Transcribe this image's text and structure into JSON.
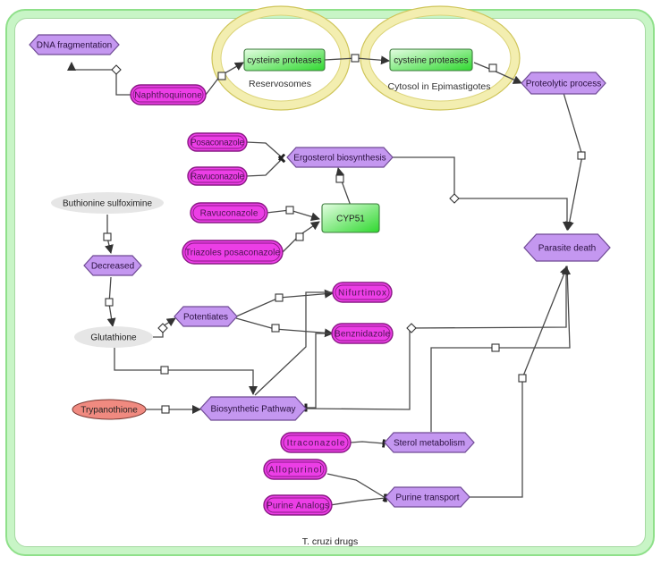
{
  "diagram": {
    "title": "T. cruzi drugs",
    "colors": {
      "process_fill": "#c497f0",
      "process_stroke": "#6f4a94",
      "drug_fill": "#ec3ee6",
      "drug_stroke": "#8a1a85",
      "protein_fill_light": "#d9fbd6",
      "protein_fill_dark": "#33dd33",
      "protein_stroke": "#3a7a3a",
      "compartment_stroke": "#d9d27a",
      "compartment_fill": "#f6f3c0",
      "metabolite_gray": "#e6e6e6",
      "metabolite_red": "#f08a80",
      "edge": "#444444",
      "frame": "#8fe08a"
    },
    "compartments": [
      {
        "id": "reservosomes",
        "label": "Reservosomes"
      },
      {
        "id": "cytosol",
        "label": "Cytosol in Epimastigotes"
      }
    ],
    "nodes": [
      {
        "id": "dna",
        "type": "process",
        "label": "DNA fragmentation"
      },
      {
        "id": "naph",
        "type": "drug",
        "label": "Naphthoquinone"
      },
      {
        "id": "cp1",
        "type": "protein",
        "label": "cysteine proteases"
      },
      {
        "id": "cp2",
        "type": "protein",
        "label": "cysteine proteases"
      },
      {
        "id": "proteo",
        "type": "process",
        "label": "Proteolytic process"
      },
      {
        "id": "posa",
        "type": "drug",
        "label": "Posaconazole"
      },
      {
        "id": "ravu1",
        "type": "drug",
        "label": "Ravuconazole"
      },
      {
        "id": "ergo",
        "type": "process",
        "label": "Ergosterol biosynthesis"
      },
      {
        "id": "bso",
        "type": "metabolite-gray",
        "label": "Buthionine sulfoximine"
      },
      {
        "id": "ravu2",
        "type": "drug",
        "label": "Ravuconazole"
      },
      {
        "id": "cyp51",
        "type": "protein",
        "label": "CYP51"
      },
      {
        "id": "triaz",
        "type": "drug",
        "label": "Triazoles posaconazole"
      },
      {
        "id": "parasite",
        "type": "process",
        "label": "Parasite death"
      },
      {
        "id": "decreased",
        "type": "process",
        "label": "Decreased"
      },
      {
        "id": "nifur",
        "type": "drug",
        "label": "Nifurtimox"
      },
      {
        "id": "potent",
        "type": "process",
        "label": "Potentiates"
      },
      {
        "id": "glut",
        "type": "metabolite-gray",
        "label": "Glutathione"
      },
      {
        "id": "benz",
        "type": "drug",
        "label": "Benznidazole"
      },
      {
        "id": "trypa",
        "type": "metabolite-red",
        "label": "Trypanothione"
      },
      {
        "id": "biosyn",
        "type": "process",
        "label": "Biosynthetic Pathway"
      },
      {
        "id": "itra",
        "type": "drug",
        "label": "Itraconazole"
      },
      {
        "id": "sterol",
        "type": "process",
        "label": "Sterol metabolism"
      },
      {
        "id": "allo",
        "type": "drug",
        "label": "Allopurinol"
      },
      {
        "id": "purtr",
        "type": "process",
        "label": "Purine transport"
      },
      {
        "id": "purana",
        "type": "drug",
        "label": "Purine Analogs"
      }
    ],
    "edges": [
      {
        "from": "naph",
        "to": "dna",
        "kind": "modulation"
      },
      {
        "from": "naph",
        "to": "cp1",
        "kind": "conversion"
      },
      {
        "from": "cp1",
        "to": "cp2",
        "kind": "conversion"
      },
      {
        "from": "cp2",
        "to": "proteo",
        "kind": "conversion"
      },
      {
        "from": "proteo",
        "to": "parasite",
        "kind": "conversion"
      },
      {
        "from": "posa",
        "to": "ergo",
        "kind": "inhibition"
      },
      {
        "from": "ravu1",
        "to": "ergo",
        "kind": "inhibition"
      },
      {
        "from": "cyp51",
        "to": "ergo",
        "kind": "conversion"
      },
      {
        "from": "ravu2",
        "to": "cyp51",
        "kind": "conversion"
      },
      {
        "from": "triaz",
        "to": "cyp51",
        "kind": "conversion"
      },
      {
        "from": "ergo",
        "to": "parasite",
        "kind": "modulation"
      },
      {
        "from": "bso",
        "to": "decreased",
        "kind": "conversion"
      },
      {
        "from": "decreased",
        "to": "glut",
        "kind": "conversion"
      },
      {
        "from": "glut",
        "to": "potent",
        "kind": "modulation"
      },
      {
        "from": "potent",
        "to": "nifur",
        "kind": "conversion"
      },
      {
        "from": "potent",
        "to": "benz",
        "kind": "conversion"
      },
      {
        "from": "glut",
        "to": "biosyn",
        "kind": "conversion"
      },
      {
        "from": "nifur",
        "to": "biosyn",
        "kind": "link"
      },
      {
        "from": "trypa",
        "to": "biosyn",
        "kind": "conversion"
      },
      {
        "from": "benz",
        "to": "biosyn",
        "kind": "inhibition"
      },
      {
        "from": "biosyn",
        "to": "parasite",
        "kind": "modulation"
      },
      {
        "from": "sterol",
        "to": "parasite",
        "kind": "conversion"
      },
      {
        "from": "itra",
        "to": "sterol",
        "kind": "inhibition"
      },
      {
        "from": "allo",
        "to": "purtr",
        "kind": "inhibition"
      },
      {
        "from": "purana",
        "to": "purtr",
        "kind": "inhibition"
      },
      {
        "from": "purtr",
        "to": "parasite",
        "kind": "conversion"
      }
    ]
  }
}
